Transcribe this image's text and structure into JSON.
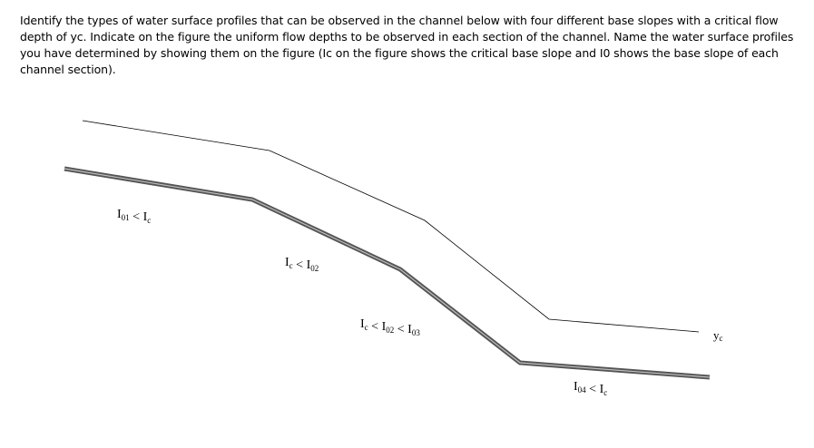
{
  "question": "Identify the types of water surface profiles that can be observed in the channel below with four different base slopes with a critical flow depth of yc. Indicate on the figure the uniform flow depths to be observed in each section of the channel. Name the water surface profiles you have determined by showing them on the figure (Ic on the figure shows the critical base slope and I0 shows the base slope of each channel section).",
  "figure": {
    "critical_depth_label": {
      "main": "y",
      "sub": "c"
    },
    "slope_labels": [
      {
        "id": "section-1",
        "text": [
          {
            "t": "I",
            "s": "01"
          },
          {
            "t": " < "
          },
          {
            "t": "I",
            "s": "c"
          }
        ]
      },
      {
        "id": "section-2",
        "text": [
          {
            "t": "I",
            "s": "c"
          },
          {
            "t": " < "
          },
          {
            "t": "I",
            "s": "02"
          }
        ]
      },
      {
        "id": "section-3",
        "text": [
          {
            "t": "I",
            "s": "c"
          },
          {
            "t": " < "
          },
          {
            "t": "I",
            "s": "02"
          },
          {
            "t": " < "
          },
          {
            "t": "I",
            "s": "03"
          }
        ]
      },
      {
        "id": "section-4",
        "text": [
          {
            "t": "I",
            "s": "04"
          },
          {
            "t": " < "
          },
          {
            "t": "I",
            "s": "c"
          }
        ]
      }
    ]
  }
}
